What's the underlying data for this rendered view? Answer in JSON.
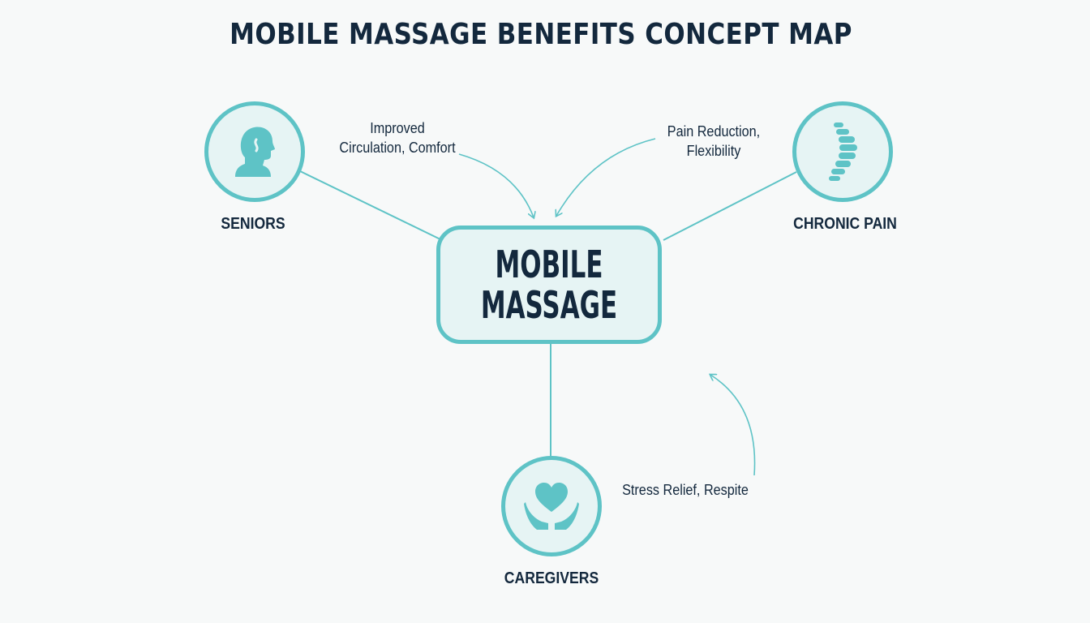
{
  "title": "MOBILE MASSAGE BENEFITS CONCEPT MAP",
  "center": {
    "line1": "MOBILE",
    "line2": "MASSAGE"
  },
  "nodes": {
    "seniors": {
      "label": "SENIORS",
      "icon": "senior-head-icon"
    },
    "chronic_pain": {
      "label": "CHRONIC PAIN",
      "icon": "spine-icon"
    },
    "caregivers": {
      "label": "CAREGIVERS",
      "icon": "heart-hands-icon"
    }
  },
  "benefits": {
    "seniors": {
      "line1": "Improved",
      "line2": "Circulation, Comfort"
    },
    "chronic_pain": {
      "line1": "Pain Reduction,",
      "line2": "Flexibility"
    },
    "caregivers": {
      "line1": "Stress Relief, Respite"
    }
  },
  "colors": {
    "accent": "#5ec3c6",
    "node_fill": "#e6f4f4",
    "text": "#13283d",
    "background": "#f7f9f9"
  }
}
